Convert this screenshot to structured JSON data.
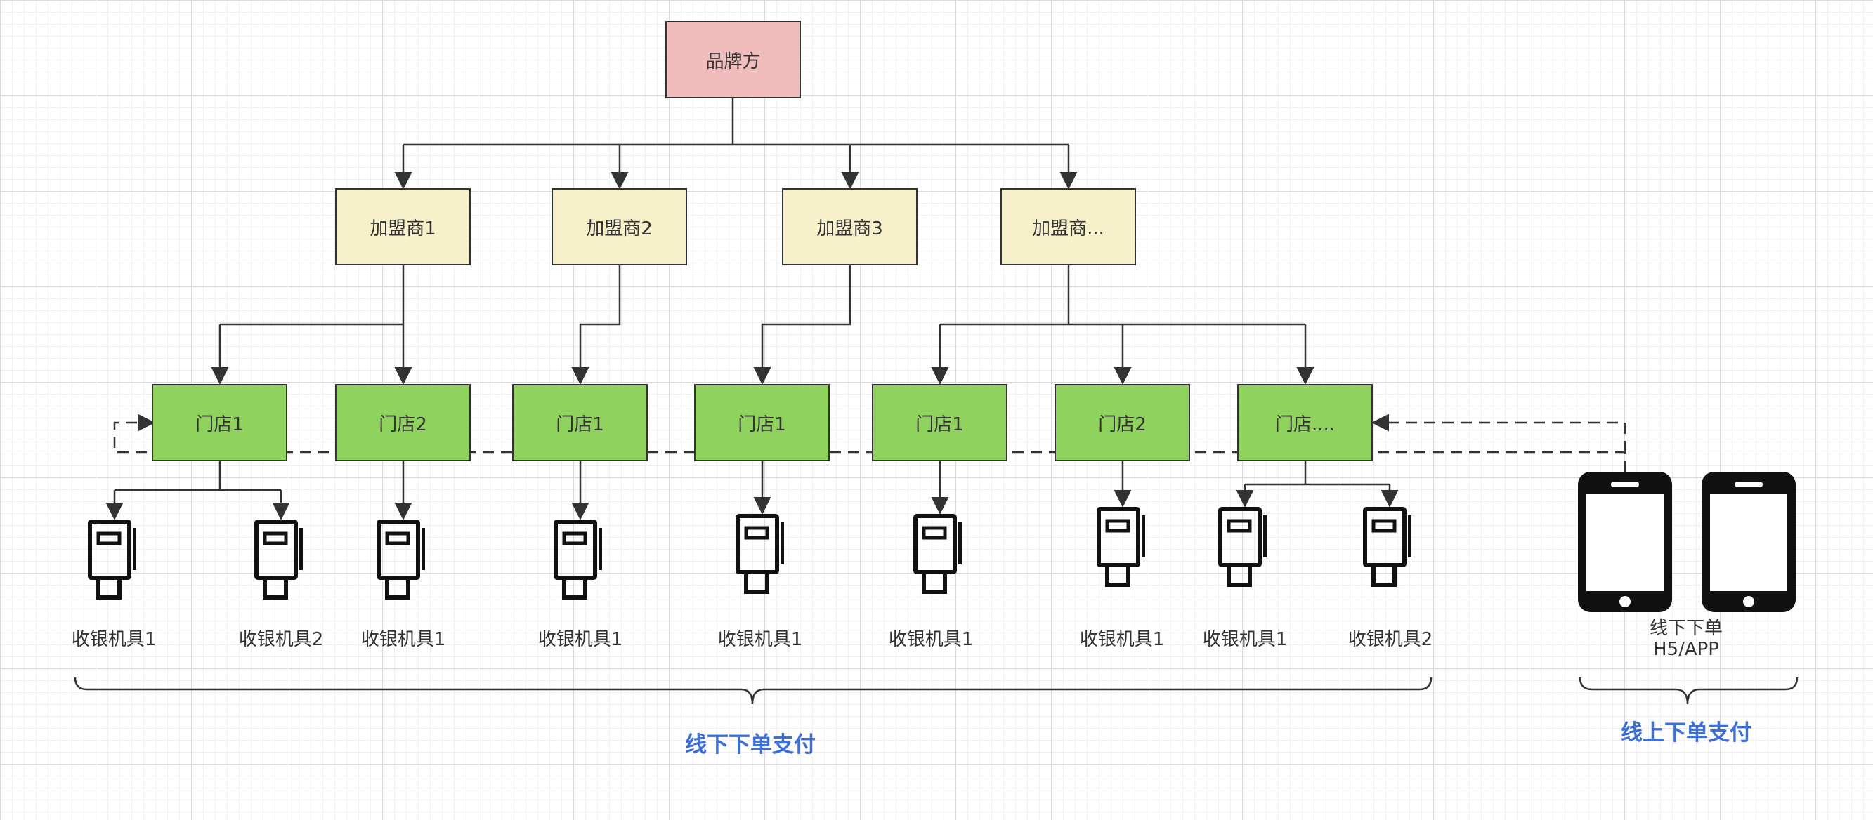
{
  "brand": {
    "label": "品牌方"
  },
  "franchisees": [
    {
      "label": "加盟商1"
    },
    {
      "label": "加盟商2"
    },
    {
      "label": "加盟商3"
    },
    {
      "label": "加盟商..."
    }
  ],
  "stores": [
    {
      "label": "门店1"
    },
    {
      "label": "门店2"
    },
    {
      "label": "门店1"
    },
    {
      "label": "门店1"
    },
    {
      "label": "门店1"
    },
    {
      "label": "门店2"
    },
    {
      "label": "门店...."
    }
  ],
  "terminals": [
    {
      "label": "收银机具1"
    },
    {
      "label": "收银机具2"
    },
    {
      "label": "收银机具1"
    },
    {
      "label": "收银机具1"
    },
    {
      "label": "收银机具1"
    },
    {
      "label": "收银机具1"
    },
    {
      "label": "收银机具1"
    },
    {
      "label": "收银机具1"
    },
    {
      "label": "收银机具2"
    }
  ],
  "phones": {
    "line1": "线下下单",
    "line2": "H5/APP"
  },
  "groups": {
    "offline": "线下下单支付",
    "online": "线上下单支付"
  },
  "colors": {
    "brand": "#f0bcbc",
    "franchise": "#f7f1cb",
    "store": "#8fd35e",
    "group_title": "#3d6fd8",
    "line": "#333333"
  },
  "icons": {
    "terminal": "pos-terminal-icon",
    "phone": "smartphone-icon"
  }
}
